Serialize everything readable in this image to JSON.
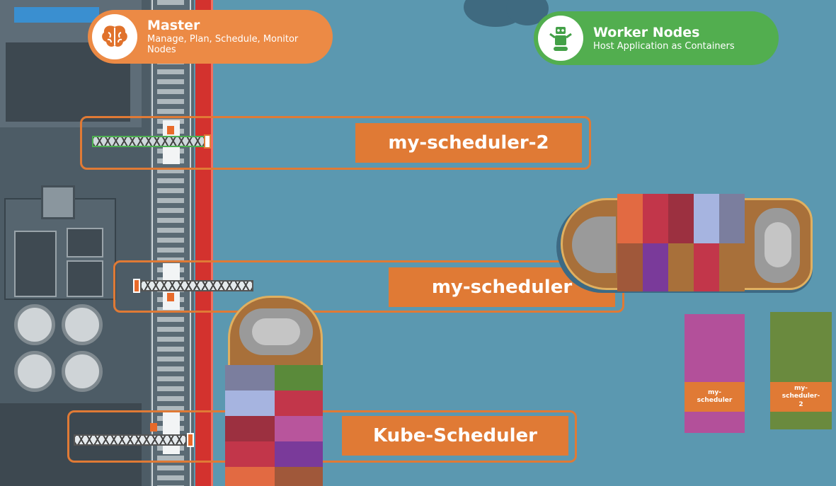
{
  "master": {
    "title": "Master",
    "subtitle": "Manage, Plan, Schedule, Monitor Nodes",
    "color": "#ec8a45",
    "icon": "brain-icon"
  },
  "workers": {
    "title": "Worker Nodes",
    "subtitle": "Host Application as Containers",
    "color": "#52ae4f",
    "icon": "robot-icon"
  },
  "schedulers": [
    {
      "label": "my-scheduler-2"
    },
    {
      "label": "my-scheduler"
    },
    {
      "label": "Kube-Scheduler"
    }
  ],
  "ship_tags": [
    {
      "label": "my-scheduler"
    },
    {
      "label": "my-scheduler-2"
    }
  ],
  "colors": {
    "water": "#5b98b0",
    "accent": "#e07a35",
    "dock_red": "#d3322e"
  }
}
